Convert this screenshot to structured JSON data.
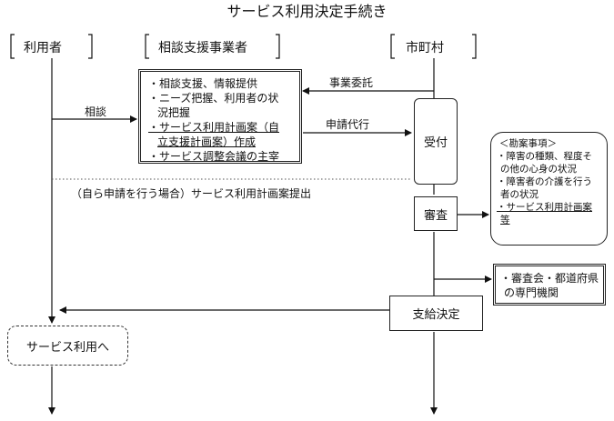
{
  "title": "サービス利用決定手続き",
  "actors": {
    "user": "利用者",
    "consultant": "相談支援事業者",
    "city": "市町村"
  },
  "consult_box": {
    "items": [
      "・相談支援、情報提供",
      "・ニーズ把握、利用者の状",
      "況把握",
      "・サービス利用計画案（自",
      "立支援計画案）作成",
      "・サービス調整会議の主宰"
    ]
  },
  "arrows": {
    "commission": "事業委託",
    "consult": "相談",
    "proxy": "申請代行",
    "self_apply": "（自ら申請を行う場合）サービス利用計画案提出"
  },
  "process": {
    "reception": "受付",
    "review": "審査",
    "decision": "支給決定",
    "service_use": "サービス利用へ"
  },
  "considerations": {
    "lines": [
      "＜勘案事項＞",
      "・障害の種類、程度そ",
      "の他の心身の状況",
      "・障害者の介護を行う",
      "者の状況",
      "・サービス利用計画案",
      "等"
    ]
  },
  "agency": {
    "lines": [
      "・審査会・都道府県",
      "の専門機関"
    ]
  }
}
